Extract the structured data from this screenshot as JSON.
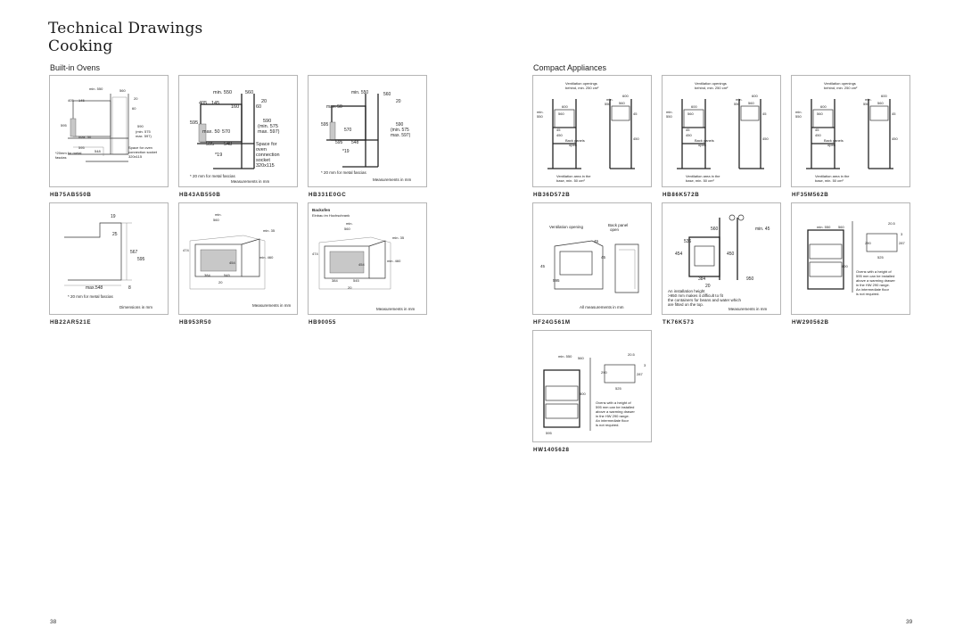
{
  "page_title_line1": "Technical Drawings",
  "page_title_line2": "Cooking",
  "sections": {
    "left": "Built-in Ovens",
    "right": "Compact Appliances"
  },
  "captions": [
    "HB75AB550B",
    "HB43AB550B",
    "HB331E0GC",
    "HB36D572B",
    "HB86K572B",
    "HF35M562B",
    "HB22AR521E",
    "HB953R50",
    "HB90055",
    "HF24G561M",
    "TK76K573",
    "HW290562B",
    "HW1405628"
  ],
  "labels": {
    "min550": "min. 550",
    "d560": "560",
    "d20": "20",
    "d405": "405",
    "d145": "145",
    "d160": "160",
    "d60": "60",
    "d595": "595",
    "d590": "590",
    "min575": "(min. 575",
    "max597": "max. 597)",
    "max50": "max. 50",
    "d570": "570",
    "d548": "548",
    "d19": "*19",
    "space_for": "Space for",
    "oven": "oven",
    "connection": "connection",
    "socket": "socket",
    "size": "320x115",
    "space_small": "Space for oven connection socket 320x115",
    "note20": "*20mm for metal fascias",
    "note20b": "* 20 mm for metal fascias",
    "measurements": "Measurements in mm",
    "dimensions": "Dimensions in mm",
    "vent_openings": "Ventilation openings",
    "behind": "behind, min. 250 cm²",
    "min": "min.",
    "d550": "550",
    "d600": "600",
    "d45": "45",
    "d450": "450",
    "d15": "15",
    "back_panels": "Back panels",
    "open": "open",
    "vent_area": "Ventilation area in the",
    "base": "base, min. 50 cm²",
    "backofen": "Backofen",
    "einbau": "Einbau im Hochschrank",
    "d35": "min. 35",
    "d460": "min. 460",
    "d474": "474",
    "d545": "545",
    "d454": "454",
    "d384": "384",
    "d536": "536",
    "d950": "950",
    "min45": "min. 45",
    "vent_opening": "Ventilation opening",
    "back_panel": "Back panel",
    "all_meas": "All measurements in mm",
    "install1": "An installation height",
    "install2": ">950 mm makes it difficult to fit",
    "install3": "the containers for beans and water which",
    "install4": "are fitted on the top.",
    "d20_5": "20.5",
    "d290": "290",
    "d287": "287",
    "d525": "525",
    "d3": "3",
    "d800": "800",
    "ovens_note1": "Ovens with a height of",
    "ovens_note2": "595 mm can be installed",
    "ovens_note3": "above a warming drawer",
    "ovens_note4": "in the HW 290 range.",
    "ovens_note5": "An intermediate floor",
    "ovens_note6": "is not required.",
    "d19plain": "19",
    "d25": "25",
    "d567": "567",
    "d595b": "595",
    "max548": "max.548",
    "d8": "8"
  },
  "page_numbers": {
    "left": "38",
    "right": "39"
  }
}
